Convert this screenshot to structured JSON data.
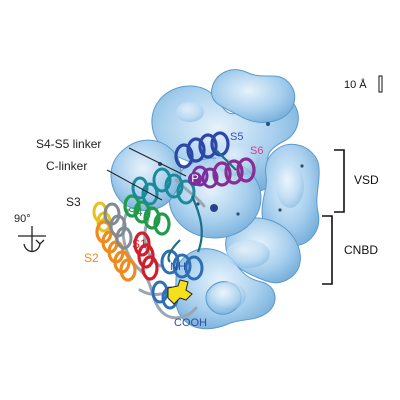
{
  "labels": {
    "s4s5_linker": "S4-S5 linker",
    "c_linker": "C-linker",
    "s3": "S3",
    "s4": "S4",
    "s2": "S2",
    "s1": "S1",
    "s5": "S5",
    "s6": "S6",
    "p": "P",
    "nh2": "NH",
    "cooh": "COOH",
    "vsd": "VSD",
    "cnbd": "CNBD",
    "rotation": "90°",
    "scale": "10 Å"
  },
  "colors": {
    "density": "#9fcaea",
    "density_edge": "#5e9fcf",
    "s1": "#d11e2c",
    "s2": "#f08a1c",
    "s3": "#e5c21a",
    "s4": "#1f9b4a",
    "s5": "#3553b5",
    "s6": "#d2408f",
    "p": "#7a2f9e",
    "ligand": "#f5e11a"
  }
}
